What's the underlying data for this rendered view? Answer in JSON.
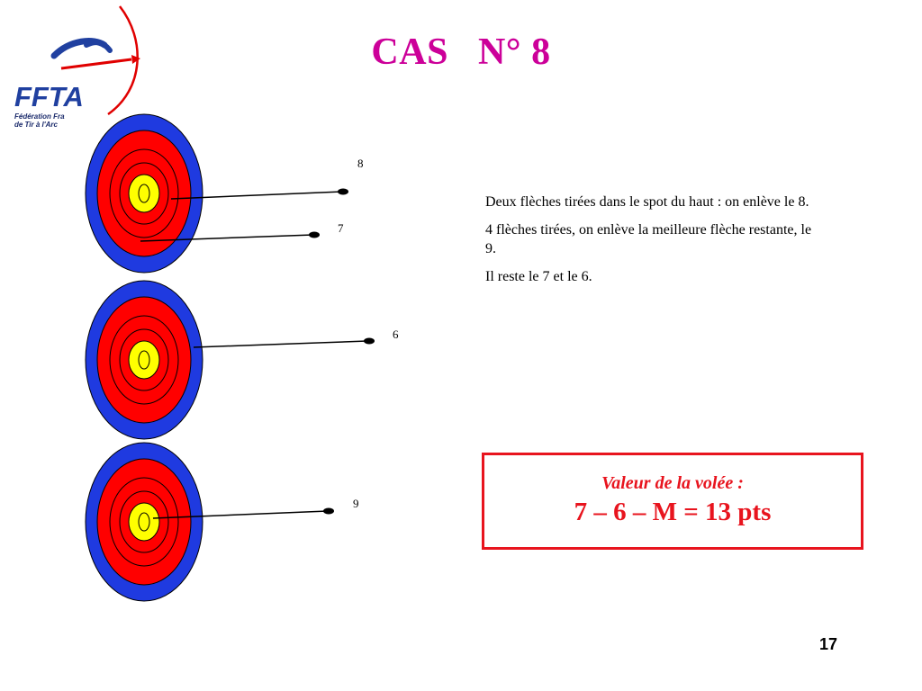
{
  "logo": {
    "text": "FFTA",
    "subtitle_lines": [
      "Fédération Fra",
      "de Tir à l'Arc"
    ],
    "colors": {
      "blue": "#2040a0",
      "red": "#e00000",
      "navy": "#1a2a6b"
    }
  },
  "slide": {
    "title": "CAS   N° 8",
    "title_color": "#cc0099",
    "page_number": "17"
  },
  "targets": {
    "ring_colors": [
      "#1f3ae0",
      "#ff0000",
      "#ffff00"
    ],
    "items": [
      {
        "id": "top"
      },
      {
        "id": "middle"
      },
      {
        "id": "bottom"
      }
    ]
  },
  "arrows": [
    {
      "label": "8"
    },
    {
      "label": "7"
    },
    {
      "label": "6"
    },
    {
      "label": "9"
    }
  ],
  "explanation": [
    "Deux flèches tirées dans le spot du haut : on enlève le 8.",
    "4 flèches tirées, on enlève la meilleure flèche restante, le 9.",
    "Il reste le 7 et le 6."
  ],
  "result": {
    "title": "Valeur de la volée :",
    "value": "7 – 6 – M = 13 pts",
    "color": "#e8141e"
  }
}
